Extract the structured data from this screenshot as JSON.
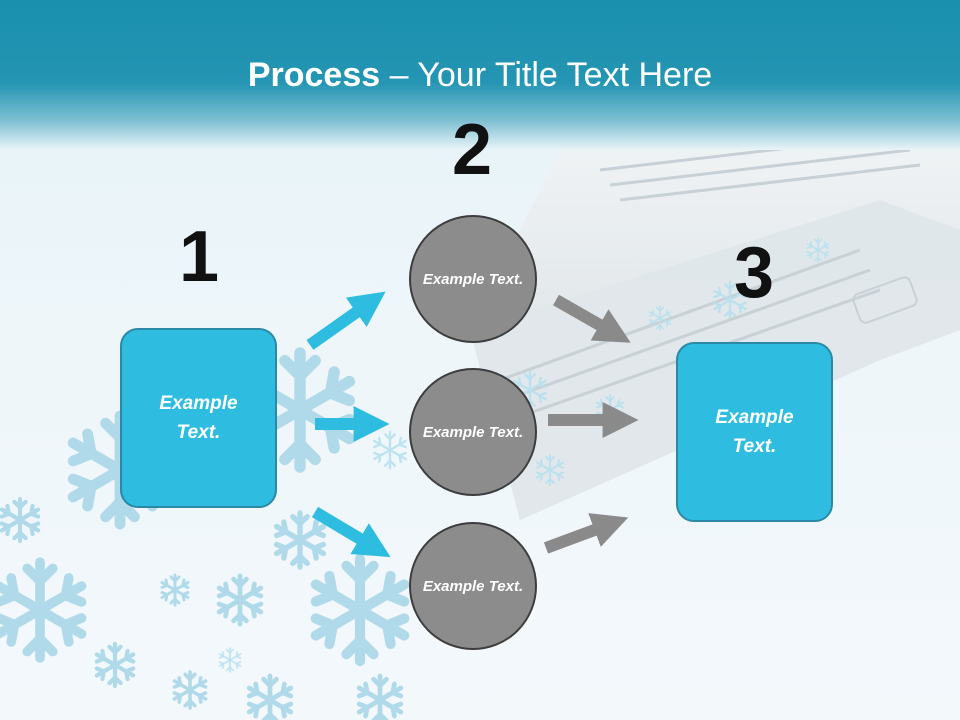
{
  "title": {
    "bold": "Process",
    "rest": " – Your Title Text Here"
  },
  "steps": [
    {
      "number": "1",
      "label": "Example Text."
    },
    {
      "number": "2",
      "label": "Example Text."
    },
    {
      "number": "3",
      "label": "Example Text."
    }
  ],
  "circles": [
    {
      "label": "Example Text."
    },
    {
      "label": "Example Text."
    },
    {
      "label": "Example Text."
    }
  ],
  "colors": {
    "accent_blue": "#2ebde0",
    "header": "#1a8fae",
    "circle_gray": "#8c8c8c",
    "gray_arrow": "#8a8a8a"
  }
}
